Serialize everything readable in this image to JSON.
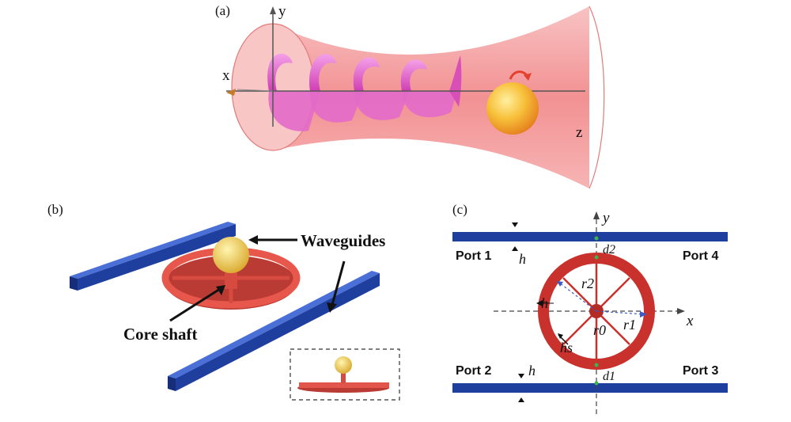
{
  "panel_a": {
    "label": "(a)",
    "axis_x": "x",
    "axis_y": "y",
    "axis_z": "z",
    "colors": {
      "beam": "#f38a8a",
      "helix": "#e060c8",
      "particle": "#f2a92b"
    }
  },
  "panel_b": {
    "label": "(b)",
    "waveguides_label": "Waveguides",
    "core_shaft_label": "Core shaft",
    "colors": {
      "waveguide": "#1f3f9e",
      "wheel": "#e2554b",
      "ball": "#f0cf55"
    }
  },
  "panel_c": {
    "label": "(c)",
    "port1": "Port 1",
    "port2": "Port 2",
    "port3": "Port 3",
    "port4": "Port 4",
    "axis_x": "x",
    "axis_y": "y",
    "h_top": "h",
    "h_bottom": "h",
    "h_ring": "h",
    "d2": "d2",
    "d1": "d1",
    "r0": "r0",
    "r1": "r1",
    "r2": "r2",
    "hs": "hs",
    "colors": {
      "waveguide": "#1f3f9e",
      "ring": "#c8312c"
    }
  }
}
